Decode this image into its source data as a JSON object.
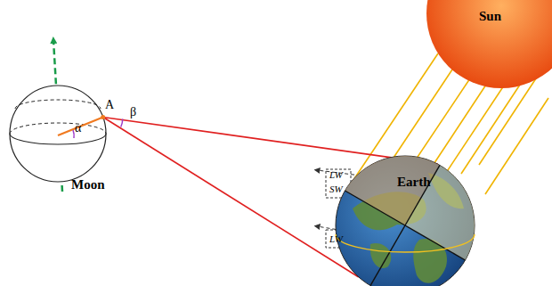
{
  "diagram": {
    "nodes": [
      {
        "text": [
          "Moon"
        ]
      },
      {
        "text": [
          "Earth"
        ]
      },
      {
        "text": [
          "Sun"
        ]
      }
    ],
    "edges": [
      {
        "from": 0,
        "to": 1,
        "arrow": "none"
      },
      {
        "from": 0,
        "to": 1,
        "arrow": "none"
      }
    ],
    "labels": [
      "A",
      "α",
      "β",
      "LW",
      "SW",
      "LW"
    ]
  }
}
